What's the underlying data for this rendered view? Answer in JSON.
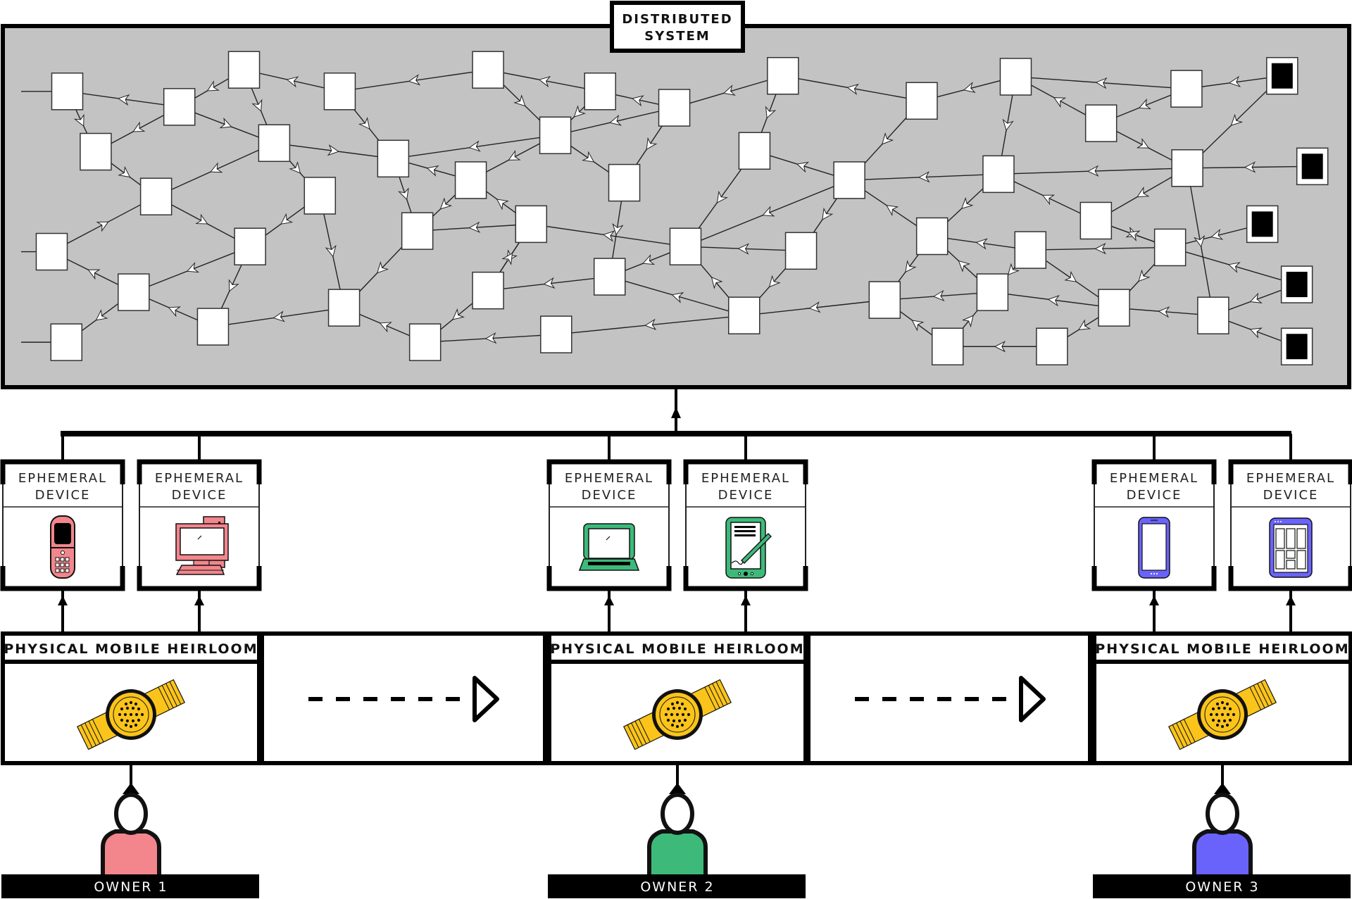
{
  "title": "Distributed system with ephemeral devices and physical mobile heirlooms",
  "distributed_system": {
    "label_line1": "DISTRIBUTED",
    "label_line2": "SYSTEM",
    "background_color": "#c3c3c3",
    "node_count": 52,
    "entry_node_count": 5
  },
  "owners": [
    {
      "label": "OWNER 1",
      "color": "#f2868c",
      "heirloom_label": "PHYSICAL MOBILE HEIRLOOM",
      "devices": [
        {
          "label_line1": "EPHEMERAL",
          "label_line2": "DEVICE",
          "icon": "flip-phone-icon"
        },
        {
          "label_line1": "EPHEMERAL",
          "label_line2": "DEVICE",
          "icon": "desktop-computer-icon"
        }
      ]
    },
    {
      "label": "OWNER 2",
      "color": "#3dba7a",
      "heirloom_label": "PHYSICAL MOBILE HEIRLOOM",
      "devices": [
        {
          "label_line1": "EPHEMERAL",
          "label_line2": "DEVICE",
          "icon": "laptop-icon"
        },
        {
          "label_line1": "EPHEMERAL",
          "label_line2": "DEVICE",
          "icon": "tablet-stylus-icon"
        }
      ]
    },
    {
      "label": "OWNER 3",
      "color": "#6a63fb",
      "heirloom_label": "PHYSICAL MOBILE HEIRLOOM",
      "devices": [
        {
          "label_line1": "EPHEMERAL",
          "label_line2": "DEVICE",
          "icon": "smartphone-icon"
        },
        {
          "label_line1": "EPHEMERAL",
          "label_line2": "DEVICE",
          "icon": "tablet-icon"
        }
      ]
    }
  ],
  "heirloom": {
    "icon": "wristwatch-icon",
    "color": "#fbc41a"
  },
  "transfer_arrows": [
    {
      "from": "OWNER 1",
      "to": "OWNER 2",
      "style": "dashed"
    },
    {
      "from": "OWNER 2",
      "to": "OWNER 3",
      "style": "dashed"
    }
  ]
}
